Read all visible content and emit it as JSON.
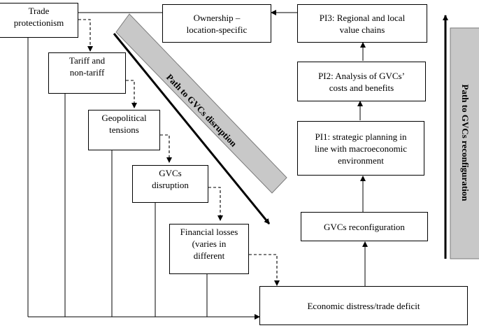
{
  "diagram": {
    "left_chain": [
      "Trade\nprotectionism",
      "Tariff and\nnon-tariff",
      "Geopolitical\ntensions",
      "GVCs\ndisruption",
      "Financial losses\n(varies in\ndifferent"
    ],
    "right_chain": [
      "GVCs reconfiguration",
      "PI1: strategic planning in\nline with macroeconomic\nenvironment",
      "PI2: Analysis of GVCs’\ncosts and benefits",
      "PI3: Regional and local\nvalue chains"
    ],
    "ownership": "Ownership –\nlocation-specific",
    "outcome": "Economic distress/trade deficit",
    "disruption_path_label": "Path to GVCs disruption",
    "reconfiguration_path_label": "Path to GVCs reconfiguration"
  }
}
